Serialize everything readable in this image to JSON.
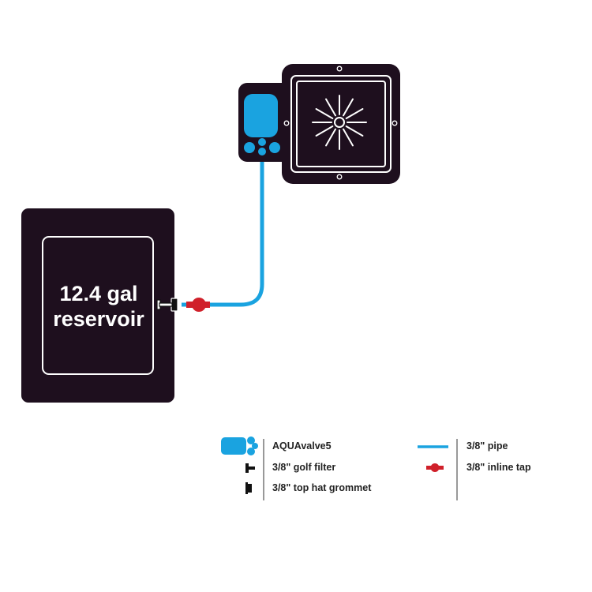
{
  "colors": {
    "unit_fill": "#1e0f1e",
    "pipe": "#1aa3e0",
    "tap": "#d0202a",
    "valve": "#1aa3e0",
    "outline": "#ffffff",
    "text": "#222222"
  },
  "reservoir": {
    "line1": "12.4 gal",
    "line2": "reservoir"
  },
  "legend": {
    "aquavalve": "AQUAvalve5",
    "golf_filter": "3/8\" golf filter",
    "grommet": "3/8\" top hat grommet",
    "pipe": "3/8\" pipe",
    "inline_tap": "3/8\" inline tap"
  },
  "icons": {
    "aquavalve": "aquavalve-icon",
    "golf_filter": "golf-filter-icon",
    "grommet": "grommet-icon",
    "pipe": "pipe-icon",
    "inline_tap": "inline-tap-icon",
    "pot": "pot-icon"
  }
}
